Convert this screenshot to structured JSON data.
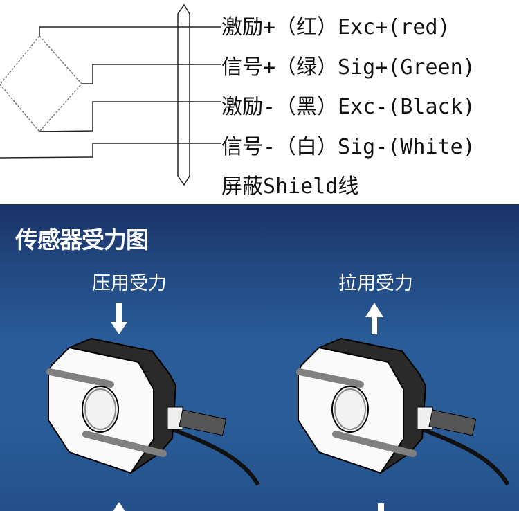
{
  "wiring": {
    "lines": [
      "激励+（红）Exc+(red)",
      "信号+（绿）Sig+(Green)",
      "激励-（黑）Exc-(Black)",
      "信号-（白）Sig-(White)",
      "屏蔽Shield线"
    ]
  },
  "force": {
    "title": "传感器受力图",
    "compression_label": "压用受力",
    "tension_label": "拉用受力"
  },
  "colors": {
    "background_blue": "#295c98",
    "cell_body": "#2a2a2a",
    "slot": "#808080"
  }
}
